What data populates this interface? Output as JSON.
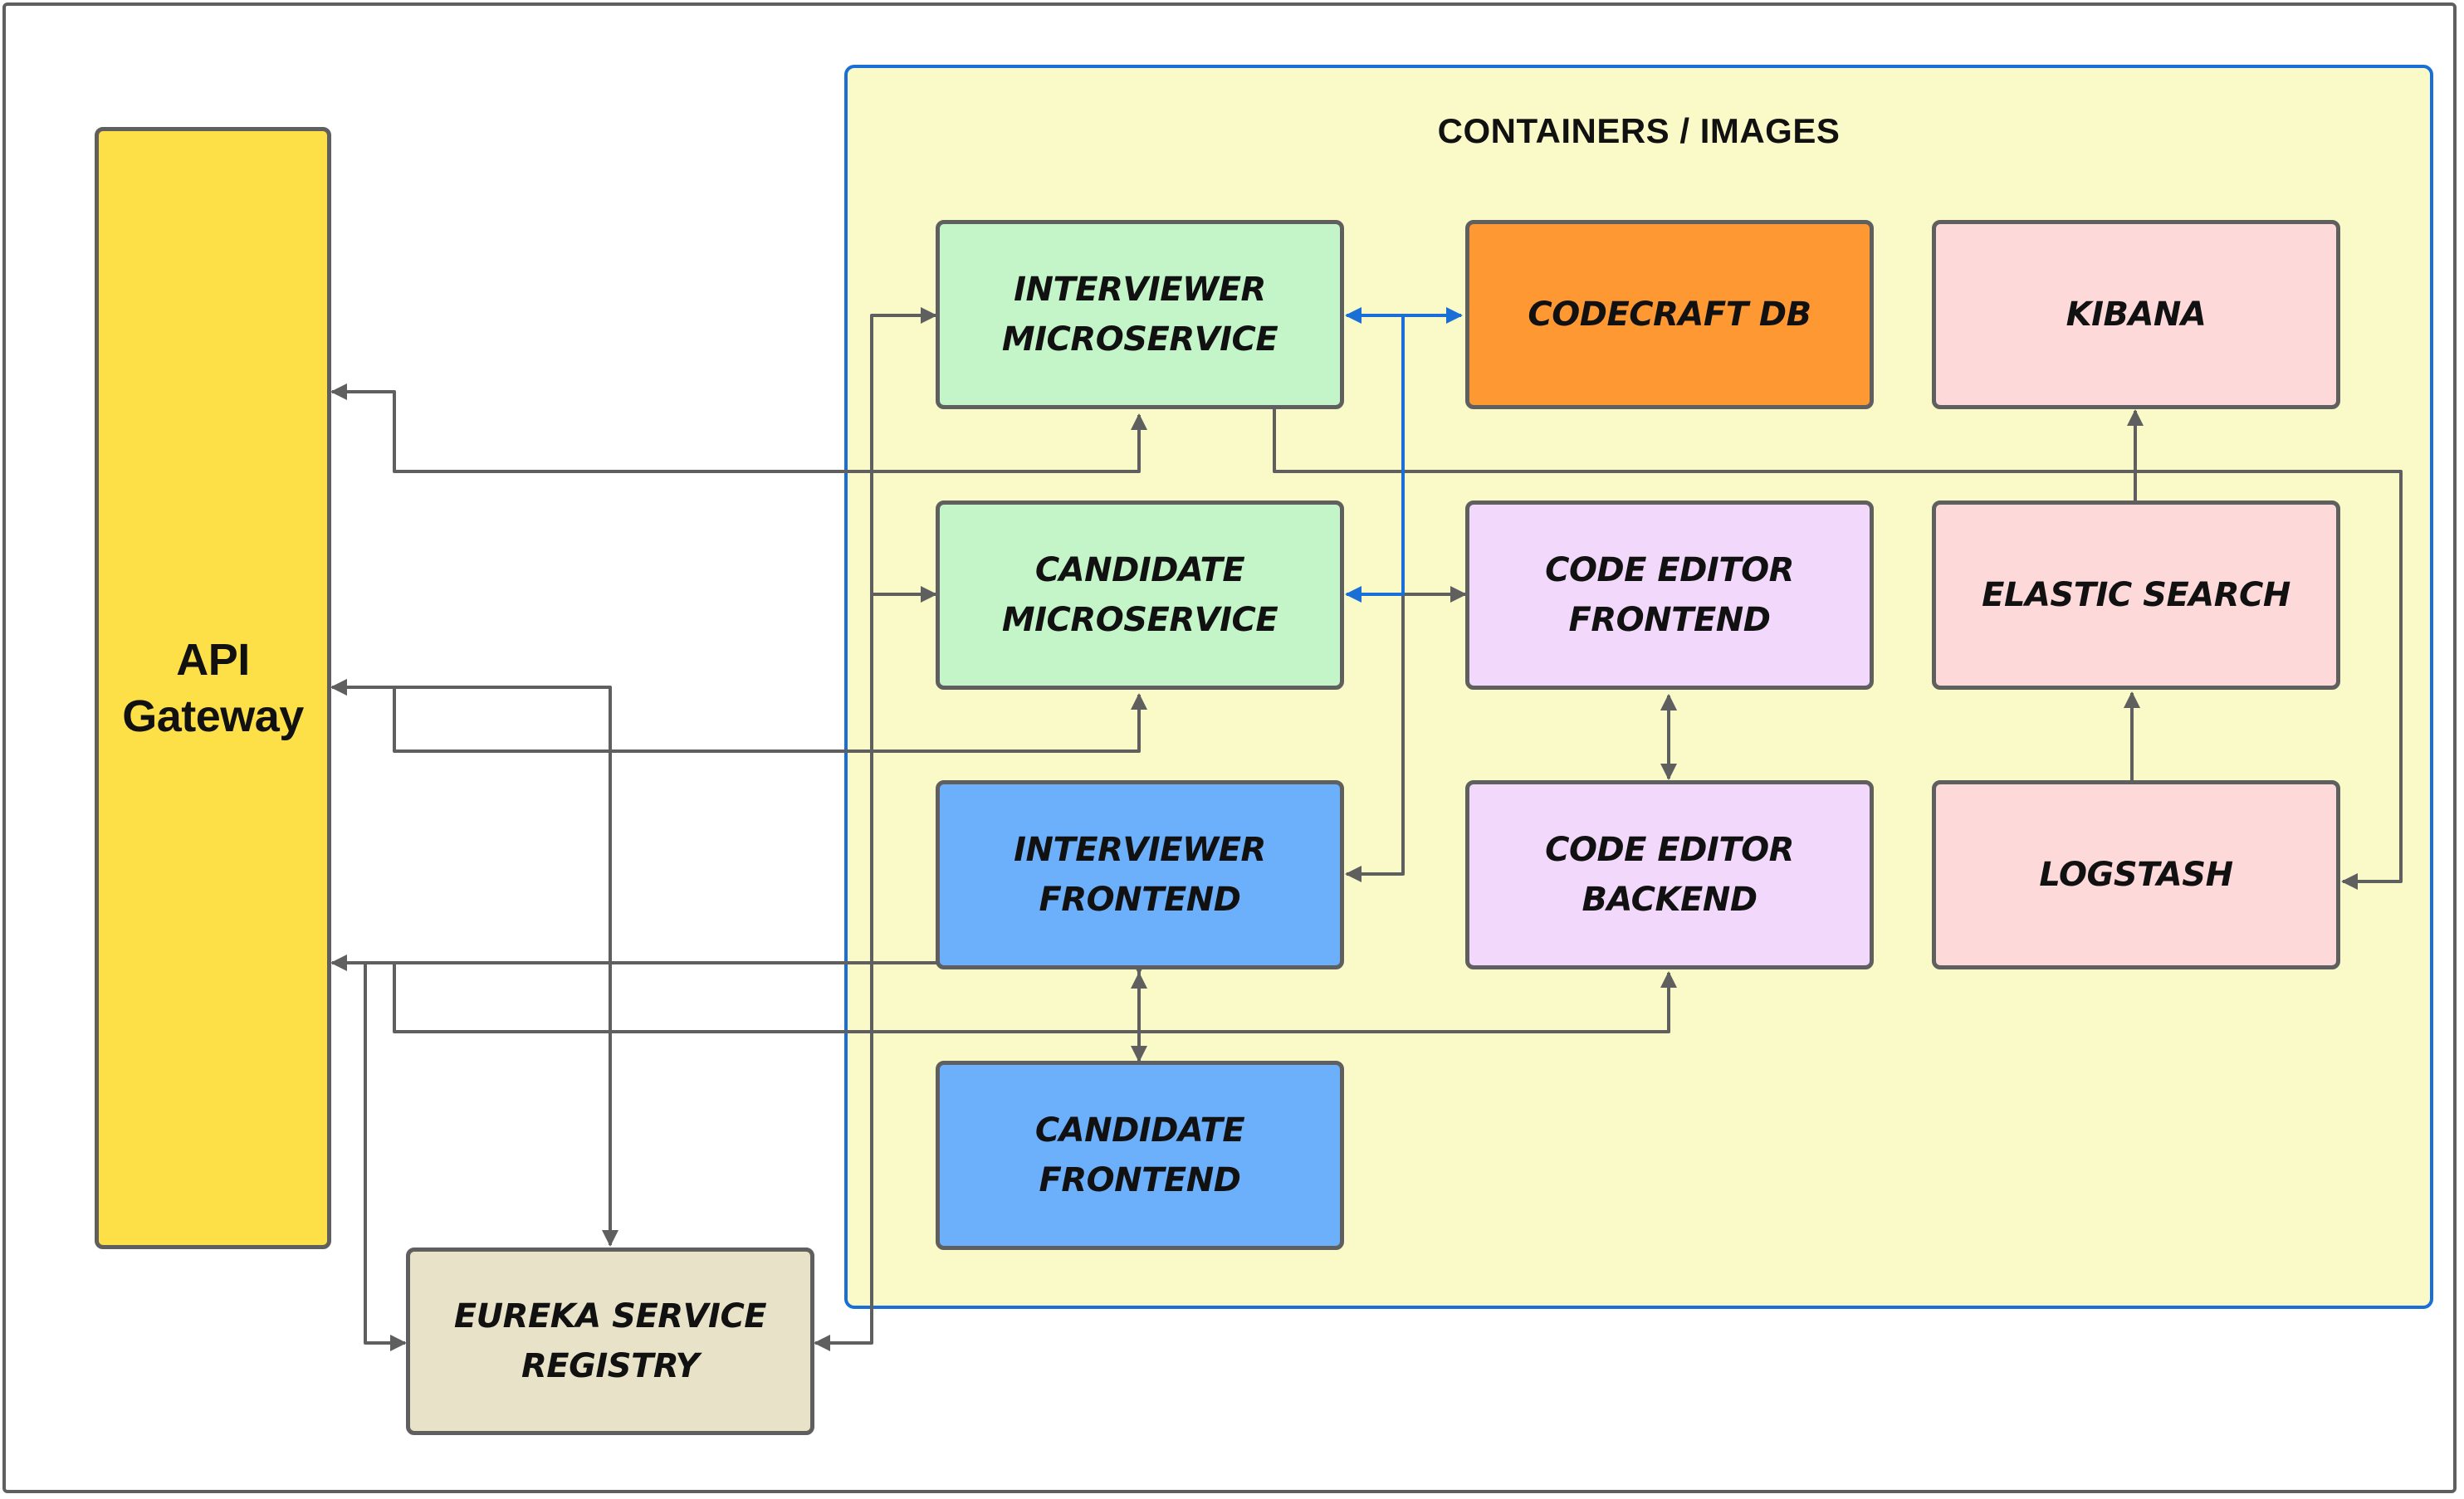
{
  "diagram": {
    "container_title": "CONTAINERS / IMAGES",
    "nodes": {
      "api_gateway": "API\nGateway",
      "eureka": "EUREKA SERVICE\nREGISTRY",
      "interviewer_ms": "INTERVIEWER\nMICROSERVICE",
      "candidate_ms": "CANDIDATE\nMICROSERVICE",
      "interviewer_fe": "INTERVIEWER\nFRONTEND",
      "candidate_fe": "CANDIDATE\nFRONTEND",
      "codecraft_db": "CODECRAFT DB",
      "code_editor_fe": "CODE EDITOR\nFRONTEND",
      "code_editor_be": "CODE EDITOR\nBACKEND",
      "kibana": "KIBANA",
      "elastic": "ELASTIC SEARCH",
      "logstash": "LOGSTASH"
    },
    "colors": {
      "gateway": "#fde047",
      "eureka": "#e8e2c9",
      "microservice": "#c4f5c9",
      "frontend": "#6cb0fc",
      "database": "#fd9832",
      "editor": "#f2d8fb",
      "elk": "#fdd9da",
      "container_bg": "#fafac8",
      "container_border": "#1a6fd6",
      "connector": "#5f5f5f",
      "db_connector": "#1a6fd6"
    }
  }
}
